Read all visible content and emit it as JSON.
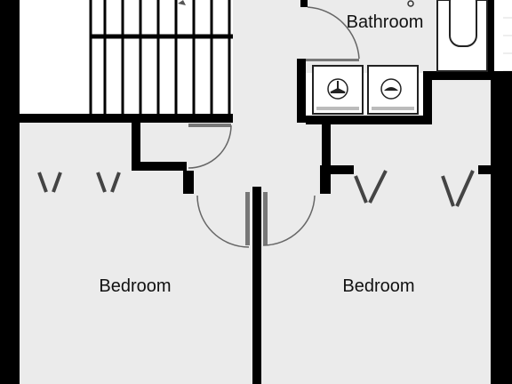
{
  "floorplan": {
    "rooms": [
      {
        "id": "bathroom",
        "label": "Bathroom"
      },
      {
        "id": "bedroom-left",
        "label": "Bedroom"
      },
      {
        "id": "bedroom-right",
        "label": "Bedroom"
      }
    ],
    "fixtures": [
      "stairs",
      "bathtub",
      "washer",
      "dryer",
      "closet-doors"
    ]
  },
  "colors": {
    "floor": "#ebebeb",
    "wall": "#000000",
    "outside": "#ffffff",
    "door_swing": "#666666"
  }
}
